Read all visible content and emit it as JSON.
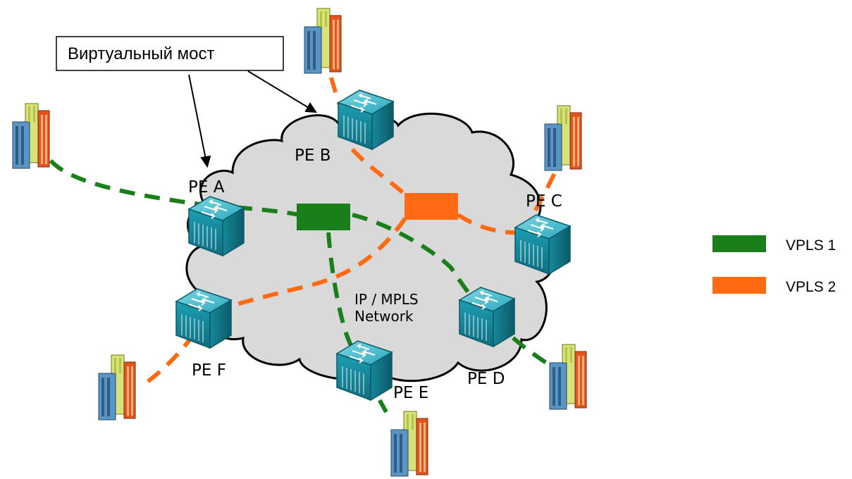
{
  "callout": {
    "text": "Виртуальный мост"
  },
  "network_label": {
    "line1": "IP / MPLS",
    "line2": "Network"
  },
  "routers": {
    "a": "PE A",
    "b": "PE B",
    "c": "PE C",
    "d": "PE D",
    "e": "PE E",
    "f": "PE F"
  },
  "legend": [
    {
      "label": "VPLS 1",
      "color": "#1a7f1a"
    },
    {
      "label": "VPLS 2",
      "color": "#ff6a13"
    }
  ],
  "colors": {
    "vpls1": "#1a7f1a",
    "vpls2": "#ff6a13",
    "cloud_fill": "#d9d9d9",
    "router": "#1aa3b8"
  }
}
